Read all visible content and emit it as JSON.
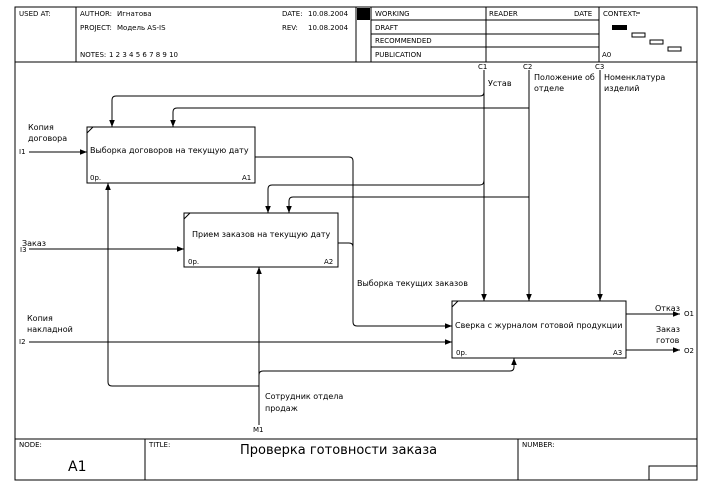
{
  "header": {
    "used_at": "USED AT:",
    "author_label": "AUTHOR:",
    "author": "Игнатова",
    "project_label": "PROJECT:",
    "project": "Модель AS-IS",
    "notes_label": "NOTES:",
    "notes": "1  2  3  4  5  6  7  8  9  10",
    "date_label": "DATE:",
    "date": "10.08.2004",
    "rev_label": "REV:",
    "rev": "10.08.2004",
    "status": [
      "WORKING",
      "DRAFT",
      "RECOMMENDED",
      "PUBLICATION"
    ],
    "reader": "READER",
    "reader_date": "DATE",
    "context": "CONTEXT:",
    "context_node": "A0"
  },
  "diagram": {
    "boxes": [
      {
        "id": "A1",
        "label": "Выборка договоров  на текущую дату",
        "cost": "0р."
      },
      {
        "id": "A2",
        "label": "Прием заказов  на текущую дату",
        "cost": "0р."
      },
      {
        "id": "A3",
        "label": "Сверка с журналом готовой продукции",
        "cost": "0р."
      }
    ],
    "tunnels": {
      "I1": "I1",
      "I2": "I2",
      "I3": "I3",
      "C1": "C1",
      "C2": "C2",
      "C3": "C3",
      "M1": "M1",
      "O1": "O1",
      "O2": "O2"
    },
    "arrows": {
      "input1": "Копия\nдоговора",
      "input2": "Копия\nнакладной",
      "input3": "Заказ",
      "control1": "Устав",
      "control2": "Положение об\nотделе",
      "control3": "Номенклатура\nизделий",
      "mechanism": "Сотрудник отдела\nпродаж",
      "internal": "Выборка текущих заказов",
      "output1": "Отказ",
      "output2": "Заказ\nготов"
    }
  },
  "footer": {
    "node_label": "NODE:",
    "node": "A1",
    "title_label": "TITLE:",
    "title": "Проверка готовности заказа",
    "number_label": "NUMBER:"
  }
}
